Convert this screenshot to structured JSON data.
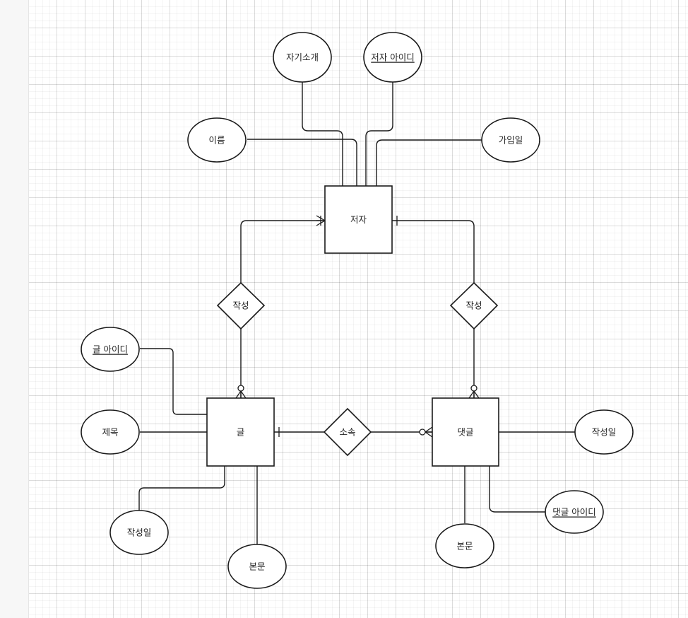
{
  "entities": {
    "author": "저자",
    "post": "글",
    "comment": "댓글"
  },
  "relationships": {
    "author_writes_post": "작성",
    "author_writes_comment": "작성",
    "comment_belongs_to_post": "소속"
  },
  "attributes": {
    "author_bio": "자기소개",
    "author_id": "저자 아이디",
    "author_name": "이름",
    "author_joined": "가입일",
    "post_id": "글 아이디",
    "post_title": "제목",
    "post_created": "작성일",
    "post_body": "본문",
    "comment_created": "작성일",
    "comment_id": "댓글 아이디",
    "comment_body": "본문"
  }
}
